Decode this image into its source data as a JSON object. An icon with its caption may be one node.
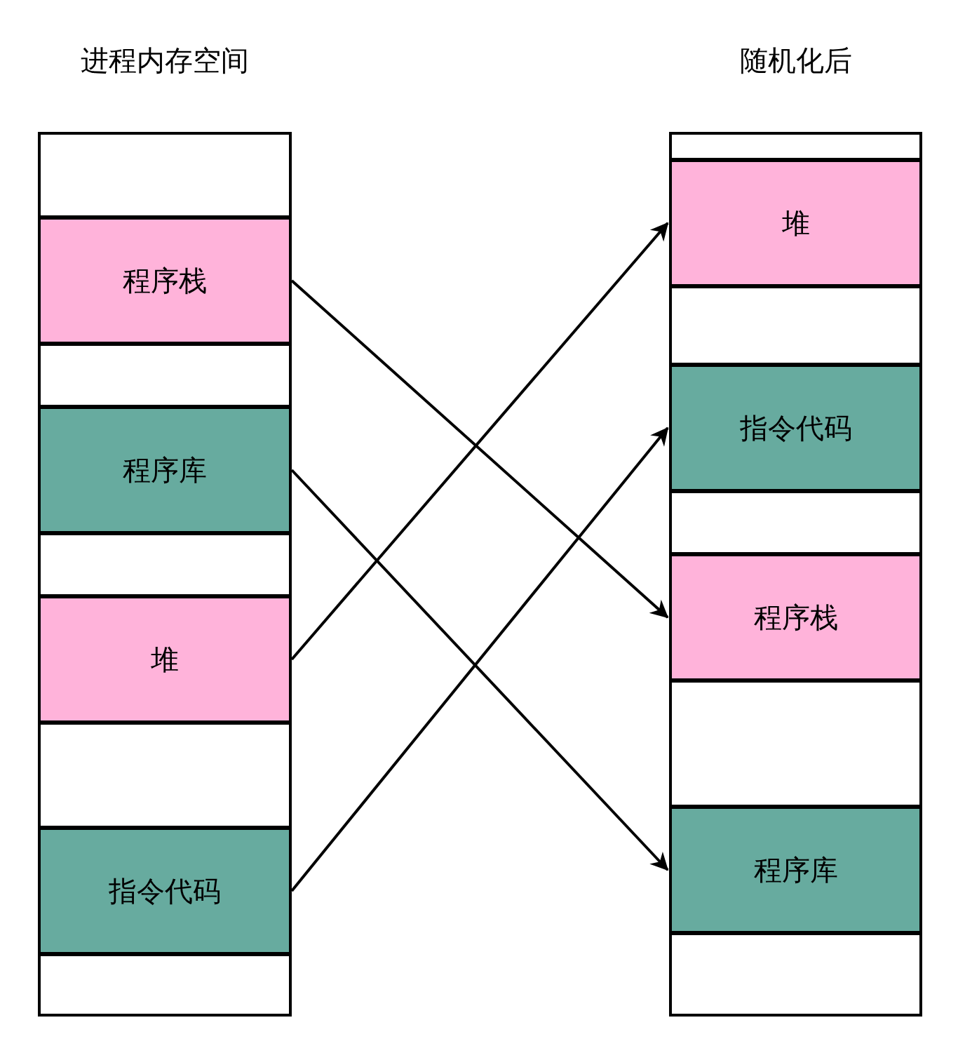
{
  "diagram": {
    "nodes": [
      {
        "text": [
          "进程内存空间"
        ]
      },
      {
        "text": [],
        "shape": "box",
        "in": 0
      },
      {
        "text": [
          "程序栈"
        ],
        "in": 0
      },
      {
        "text": [],
        "shape": "box",
        "in": 0
      },
      {
        "text": [
          "程序库"
        ],
        "in": 0
      },
      {
        "text": [],
        "shape": "box",
        "in": 0
      },
      {
        "text": [
          "堆"
        ],
        "in": 0
      },
      {
        "text": [],
        "shape": "box",
        "in": 0
      },
      {
        "text": [
          "指令代码"
        ],
        "in": 0
      },
      {
        "text": [],
        "shape": "box",
        "in": 0
      },
      {
        "text": [
          "随机化后"
        ]
      },
      {
        "text": [],
        "shape": "box",
        "in": 10
      },
      {
        "text": [
          "堆"
        ],
        "in": 10
      },
      {
        "text": [],
        "shape": "box",
        "in": 10
      },
      {
        "text": [
          "指令代码"
        ],
        "in": 10
      },
      {
        "text": [],
        "shape": "box",
        "in": 10
      },
      {
        "text": [
          "程序栈"
        ],
        "in": 10
      },
      {
        "text": [],
        "shape": "box",
        "in": 10
      },
      {
        "text": [
          "程序库"
        ],
        "in": 10
      },
      {
        "text": [],
        "shape": "box",
        "in": 10
      }
    ],
    "edges": [
      {
        "from": 2,
        "to": 16,
        "arrow": "to"
      },
      {
        "from": 4,
        "to": 18,
        "arrow": "to"
      },
      {
        "from": 6,
        "to": 12,
        "arrow": "to"
      },
      {
        "from": 8,
        "to": 14,
        "arrow": "to"
      }
    ]
  }
}
